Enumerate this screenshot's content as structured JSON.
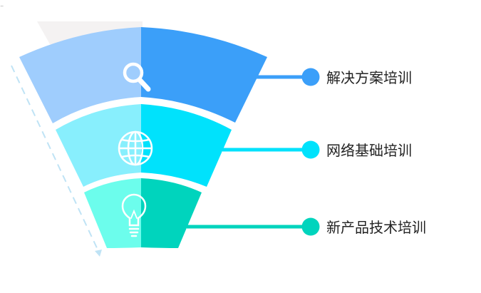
{
  "items": [
    {
      "label": "解决方案培训",
      "icon": "magnifier-icon",
      "colors": {
        "light": "#9fcdfd",
        "dark": "#3b9ff9",
        "accent": "#3b9ff9"
      }
    },
    {
      "label": "网络基础培训",
      "icon": "globe-icon",
      "colors": {
        "light": "#88effd",
        "dark": "#00e2fc",
        "accent": "#00e2fc"
      }
    },
    {
      "label": "新产品技术培训",
      "icon": "lightbulb-icon",
      "colors": {
        "light": "#6cfdec",
        "dark": "#00d4bd",
        "accent": "#00d4bd"
      }
    }
  ],
  "colors": {
    "background_band": "#f4f2f2",
    "arrow": "#bfe3f5",
    "text": "#222222"
  }
}
